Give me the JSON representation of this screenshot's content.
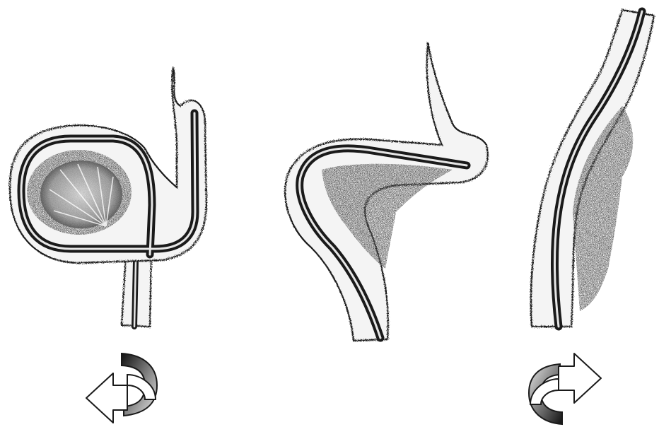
{
  "figure": {
    "panels": [
      {
        "id": "looped",
        "tube": "tube-with-loop"
      },
      {
        "id": "bent",
        "tube": "tube-with-bend"
      },
      {
        "id": "straight",
        "tube": "straightened-tube"
      }
    ],
    "arrows": [
      {
        "id": "rotate-left",
        "icon": "counterclockwise-rotation-arrow-icon"
      },
      {
        "id": "rotate-right",
        "icon": "clockwise-rotation-arrow-icon"
      }
    ],
    "colors": {
      "ink": "#1a1a1a",
      "tissue": "#f4f4f4",
      "stipple": "#2a2a2a",
      "shade": "#777777",
      "background": "#ffffff"
    }
  }
}
